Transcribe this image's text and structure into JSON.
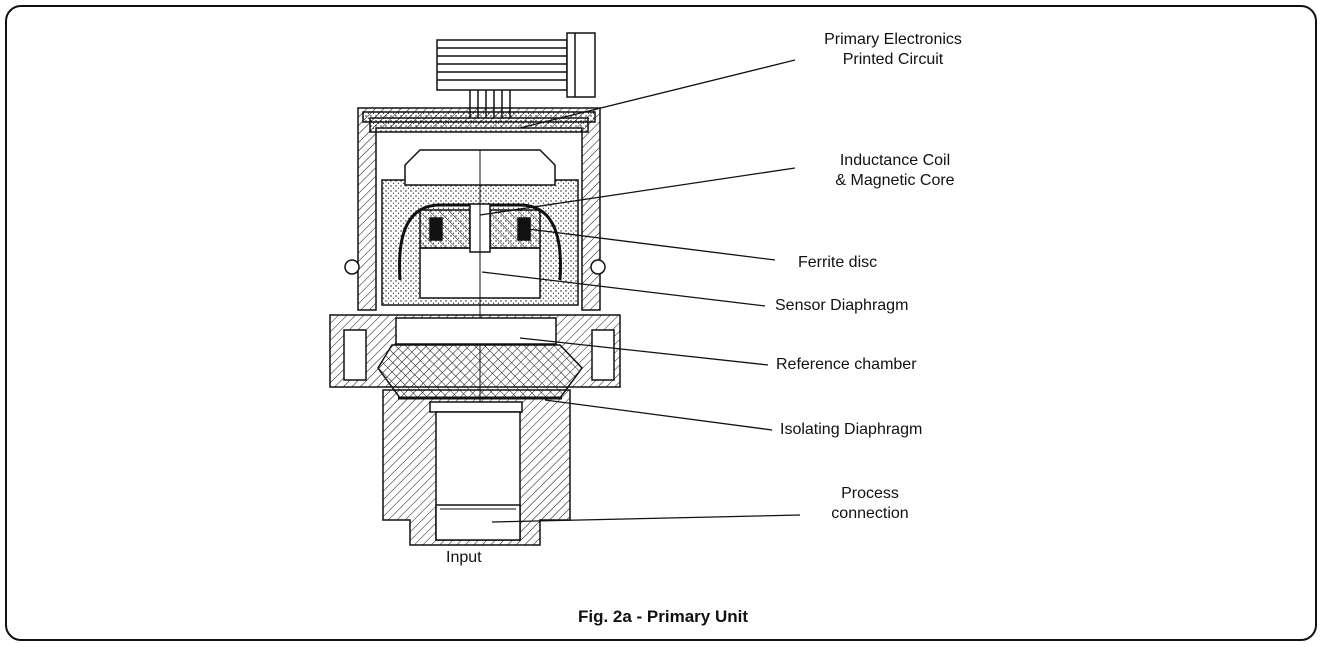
{
  "figure": {
    "caption": "Fig. 2a  - Primary Unit",
    "input_label": "Input"
  },
  "callouts": [
    {
      "id": "primary-electronics",
      "lines": [
        "Primary Electronics",
        "Printed Circuit"
      ]
    },
    {
      "id": "inductance-coil",
      "lines": [
        "Inductance Coil",
        "& Magnetic Core"
      ]
    },
    {
      "id": "ferrite-disc",
      "lines": [
        "Ferrite disc"
      ]
    },
    {
      "id": "sensor-diaphragm",
      "lines": [
        "Sensor  Diaphragm"
      ]
    },
    {
      "id": "reference-chamber",
      "lines": [
        "Reference chamber"
      ]
    },
    {
      "id": "isolating-diaphragm",
      "lines": [
        "Isolating Diaphragm"
      ]
    },
    {
      "id": "process-connection",
      "lines": [
        "Process",
        "connection"
      ]
    }
  ],
  "colors": {
    "line": "#111111",
    "background": "#ffffff"
  }
}
